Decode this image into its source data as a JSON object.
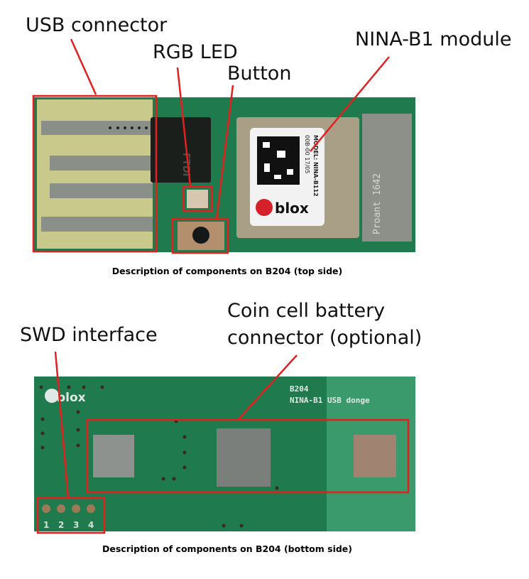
{
  "top_figure": {
    "labels": {
      "usb_connector": "USB connector",
      "rgb_led": "RGB LED",
      "button": "Button",
      "module": "NINA-B1 module"
    },
    "board_markings": {
      "chip": "FTDI",
      "module_model": "MODEL: NINA-B112",
      "module_code": "00B-00 17/05",
      "brand": "blox",
      "antenna": "Proant 1642"
    },
    "caption": "Description of components on B204 (top side)"
  },
  "bottom_figure": {
    "labels": {
      "swd": "SWD interface",
      "coin_cell_line1": "Coin cell battery",
      "coin_cell_line2": "connector (optional)"
    },
    "board_markings": {
      "brand": "blox",
      "board_id": "B204",
      "board_name": "NINA-B1 USB donge",
      "pins": [
        "1",
        "2",
        "3",
        "4"
      ]
    },
    "caption": "Description of components on B204 (bottom side)"
  },
  "colors": {
    "highlight": "#e41f1f",
    "pcb": "#1f7a4d",
    "connector": "#c9c98a"
  }
}
